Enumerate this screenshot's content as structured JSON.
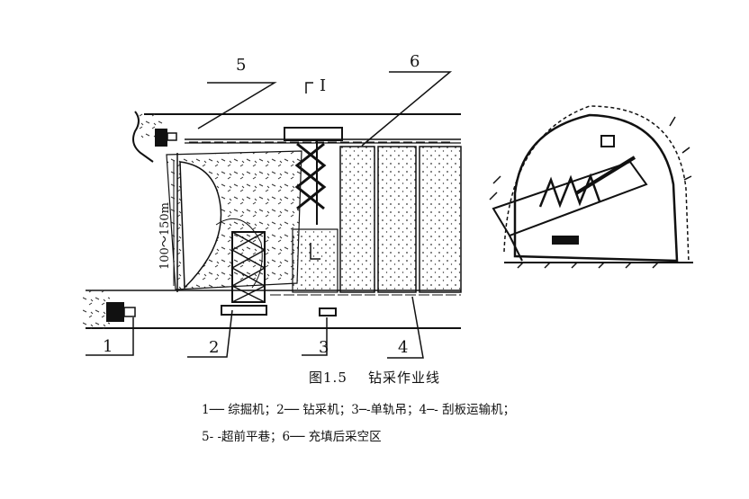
{
  "labels": {
    "l1": "1",
    "l2": "2",
    "l3": "3",
    "l4": "4",
    "l5": "5",
    "l6": "6",
    "section_mark": "I",
    "dimension": "100～150m"
  },
  "caption": {
    "number": "图1.5",
    "title": "钻采作业线"
  },
  "legend": {
    "line1": "1── 综掘机；2── 钻采机；3─-单轨吊；4─- 刮板运输机；",
    "line2": "5- -超前平巷；6── 充填后采空区"
  }
}
